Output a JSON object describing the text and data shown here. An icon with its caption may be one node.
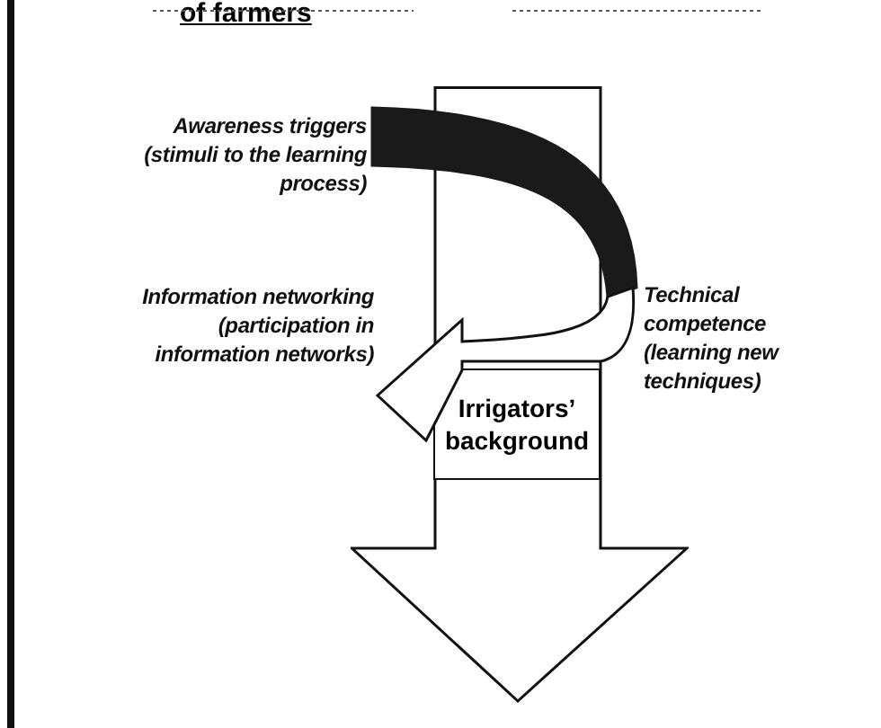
{
  "diagram": {
    "title": "of farmers",
    "nodes": [
      {
        "text": [
          "Awareness triggers (stimuli to the learning process)"
        ]
      },
      {
        "text": [
          "Technical competence (learning new techniques)"
        ]
      },
      {
        "text": [
          "Information networking (participation in information networks)"
        ]
      },
      {
        "text": [],
        "shape": "arrow"
      },
      {
        "text": [
          "Irrigators’ background"
        ],
        "in": 3
      }
    ],
    "edges": [
      {
        "from": 0,
        "to": 1,
        "arrow": "none",
        "style": "thick",
        "color": "#1a1a1a"
      },
      {
        "from": 1,
        "to": 2,
        "arrow": "to",
        "style": "thick"
      }
    ]
  }
}
